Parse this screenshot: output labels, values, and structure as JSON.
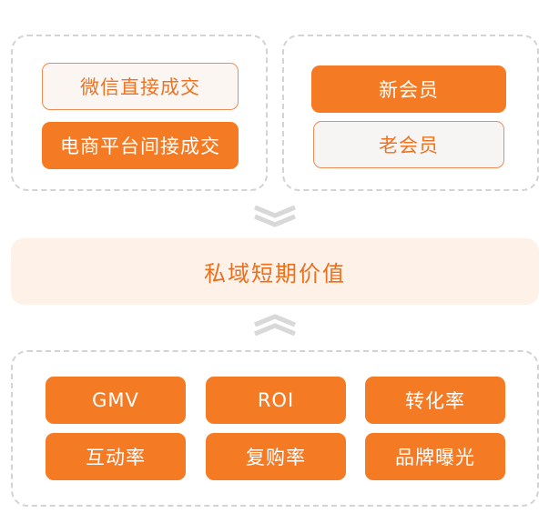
{
  "top_left": {
    "items": [
      {
        "label": "微信直接成交",
        "style": "outline"
      },
      {
        "label": "电商平台间接成交",
        "style": "solid"
      }
    ]
  },
  "top_right": {
    "items": [
      {
        "label": "新会员",
        "style": "solid"
      },
      {
        "label": "老会员",
        "style": "outline"
      }
    ]
  },
  "center": {
    "label": "私域短期价值"
  },
  "metrics": {
    "items": [
      {
        "label": "GMV"
      },
      {
        "label": "ROI"
      },
      {
        "label": "转化率"
      },
      {
        "label": "互动率"
      },
      {
        "label": "复购率"
      },
      {
        "label": "品牌曝光"
      }
    ]
  },
  "colors": {
    "accent": "#f57a24",
    "accent_text": "#ee7322",
    "center_bg": "#fdf1e8",
    "dashed_border": "#d3d3d3",
    "chevron": "#d8d8d8"
  }
}
